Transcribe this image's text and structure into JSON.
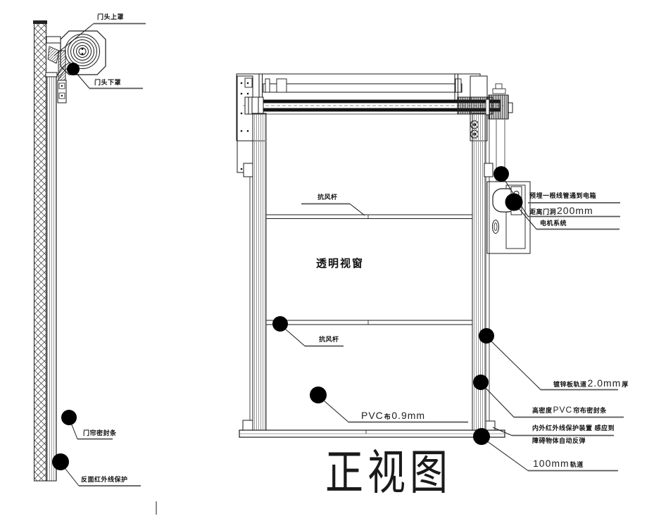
{
  "title": "正视图",
  "colors": {
    "line": "#1a1a1a",
    "callout_dot": "#000000",
    "underline": "#555555",
    "background": "#ffffff"
  },
  "side_view": {
    "head_top_cover": "门头上罩",
    "head_bottom_cover": "门头下罩",
    "curtain_seal": "门帘密封条",
    "rear_infrared": "反面红外线保护"
  },
  "front_view": {
    "wind_bar_upper": "抗风杆",
    "transparent_window": "透明视窗",
    "wind_bar_lower": "抗风杆",
    "pvc_material": "PVC",
    "pvc_cloth": "布",
    "pvc_thickness": "0.9mm",
    "conduit_note": "预埋一根线管通到电箱",
    "distance_prefix": "距离门洞",
    "distance_value": "200mm",
    "motor_system": "电机系统",
    "track_material": "镀锌板轨道",
    "track_thickness": "2.0mm",
    "track_thickness_suffix": "厚",
    "seal_density": "高密度",
    "seal_pvc": "PVC",
    "seal_type": "帘布密封条",
    "infrared_note_line1": "内外红外线保护装置  感应到",
    "infrared_note_line2": "障碍物体自动反弹",
    "bottom_track_size": "100mm",
    "bottom_track_suffix": "轨道"
  }
}
